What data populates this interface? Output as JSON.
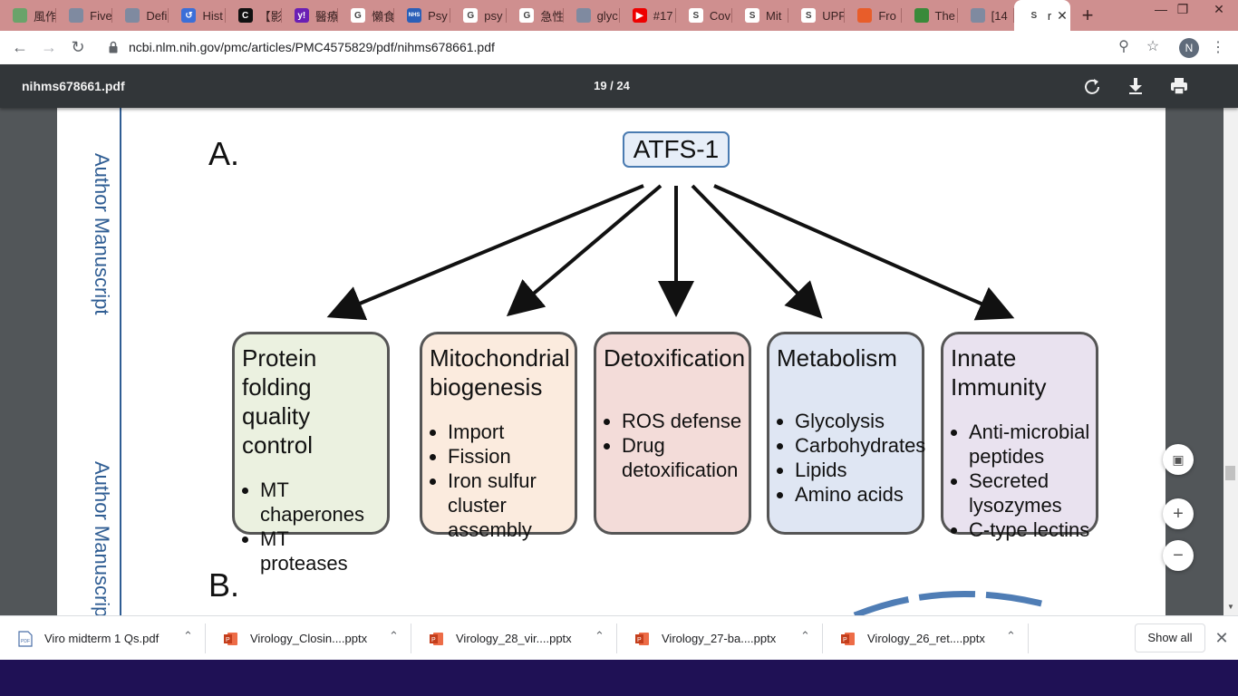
{
  "browser": {
    "tabs": [
      {
        "title": "風作",
        "icon": "leaf-icon"
      },
      {
        "title": "Five",
        "icon": "globe-icon"
      },
      {
        "title": "Defi",
        "icon": "globe-icon"
      },
      {
        "title": "Hist",
        "icon": "history-icon"
      },
      {
        "title": "【影",
        "icon": "c-logo-icon"
      },
      {
        "title": "醫療",
        "icon": "yahoo-icon"
      },
      {
        "title": "懶食",
        "icon": "google-icon"
      },
      {
        "title": "Psy",
        "icon": "nhs-icon"
      },
      {
        "title": "psy",
        "icon": "google-icon"
      },
      {
        "title": "急性",
        "icon": "google-icon"
      },
      {
        "title": "glyc",
        "icon": "globe-icon"
      },
      {
        "title": "#17",
        "icon": "youtube-icon"
      },
      {
        "title": "Cov",
        "icon": "ncbi-icon"
      },
      {
        "title": "Mit",
        "icon": "ncbi-icon"
      },
      {
        "title": "UPF",
        "icon": "ncbi-icon"
      },
      {
        "title": "Fro",
        "icon": "frontiers-icon"
      },
      {
        "title": "The",
        "icon": "journal-icon"
      },
      {
        "title": "[14",
        "icon": "globe-icon"
      },
      {
        "title": "r",
        "icon": "ncbi-icon"
      }
    ],
    "new_tab": "+",
    "url": "ncbi.nlm.nih.gov/pmc/articles/PMC4575829/pdf/nihms678661.pdf",
    "profile_initial": "N"
  },
  "pdf": {
    "filename": "nihms678661.pdf",
    "page_indicator": "19 / 24",
    "author_manuscript": "Author Manuscript"
  },
  "figure": {
    "label_a": "A.",
    "label_b": "B.",
    "root": "ATFS-1",
    "boxes": [
      {
        "heading": [
          "Protein folding",
          "quality control"
        ],
        "items": [
          "MT chaperones",
          "MT proteases"
        ],
        "fill": "#ebf1e0"
      },
      {
        "heading": [
          "Mitochondrial",
          "biogenesis"
        ],
        "items": [
          "Import",
          "Fission",
          "Iron sulfur cluster assembly"
        ],
        "fill": "#fbebde"
      },
      {
        "heading": [
          "Detoxification"
        ],
        "items": [
          "ROS defense",
          "Drug detoxification"
        ],
        "fill": "#f3dcd9"
      },
      {
        "heading": [
          "Metabolism"
        ],
        "items": [
          "Glycolysis",
          "Carbohydrates",
          "Lipids",
          "Amino acids"
        ],
        "fill": "#dfe6f3"
      },
      {
        "heading": [
          "Innate",
          "Immunity"
        ],
        "items": [
          "Anti-microbial peptides",
          "Secreted lysozymes",
          "C-type lectins"
        ],
        "fill": "#e9e2ef"
      }
    ]
  },
  "downloads": [
    {
      "name": "Viro midterm 1 Qs.pdf",
      "type": "pdf"
    },
    {
      "name": "Virology_Closin....pptx",
      "type": "pptx"
    },
    {
      "name": "Virology_28_vir....pptx",
      "type": "pptx"
    },
    {
      "name": "Virology_27-ba....pptx",
      "type": "pptx"
    },
    {
      "name": "Virology_26_ret....pptx",
      "type": "pptx"
    }
  ],
  "show_all": "Show all"
}
